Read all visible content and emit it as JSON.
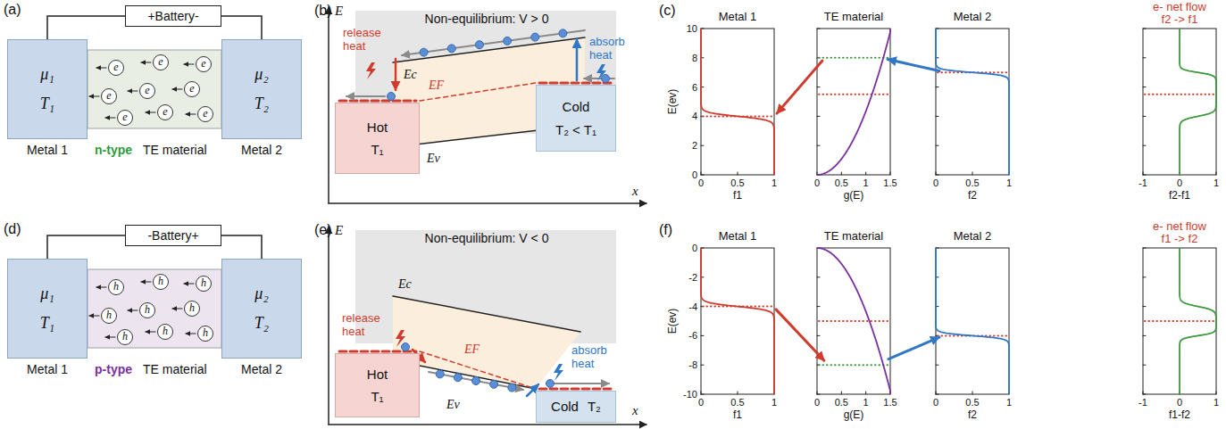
{
  "diagram": {
    "nodes": [
      {
        "text": [
          "+Battery-"
        ]
      },
      {
        "text": [
          "μ₁",
          "T₁"
        ]
      },
      {
        "text": [
          "μ₂",
          "T₂"
        ]
      },
      {
        "text": [
          "e"
        ]
      },
      {
        "text": [
          "e"
        ]
      },
      {
        "text": [
          "e"
        ]
      },
      {
        "text": [
          "e"
        ]
      },
      {
        "text": [
          "e"
        ]
      },
      {
        "text": [
          "e"
        ]
      },
      {
        "text": [
          "e"
        ]
      },
      {
        "text": [
          "e"
        ]
      },
      {
        "text": [
          "e"
        ]
      },
      {
        "text": [
          "Hot",
          "T₁"
        ]
      },
      {
        "text": [
          "Cold",
          "T₂ < T₁"
        ]
      },
      {
        "text": [
          "-Battery+"
        ]
      },
      {
        "text": [
          "μ₁",
          "T₁"
        ]
      },
      {
        "text": [
          "μ₂",
          "T₂"
        ]
      },
      {
        "text": [
          "h"
        ]
      },
      {
        "text": [
          "h"
        ]
      },
      {
        "text": [
          "h"
        ]
      },
      {
        "text": [
          "h"
        ]
      },
      {
        "text": [
          "h"
        ]
      },
      {
        "text": [
          "h"
        ]
      },
      {
        "text": [
          "h"
        ]
      },
      {
        "text": [
          "h"
        ]
      },
      {
        "text": [
          "h"
        ]
      },
      {
        "text": [
          "Hot",
          "T₁"
        ]
      },
      {
        "text": [
          "Cold",
          "T₂"
        ]
      }
    ],
    "edges": [
      {
        "from": 0,
        "to": 1,
        "arrow": "none"
      },
      {
        "from": 0,
        "to": 2,
        "arrow": "none"
      },
      {
        "from": 14,
        "to": 15,
        "arrow": "none"
      },
      {
        "from": 14,
        "to": 16,
        "arrow": "none"
      }
    ],
    "labels": [
      "(a)",
      "Metal 1",
      "n-type",
      "TE material",
      "Metal 2",
      "(b)",
      "E",
      "x",
      "Non-equilibrium: V > 0",
      "release heat",
      "absorb heat",
      "Ec",
      "EF",
      "Ev",
      "(c)",
      "Metal 1",
      "TE material",
      "Metal 2",
      "e- net flow",
      "f2 -> f1",
      "E(ev)",
      "0",
      "2",
      "4",
      "6",
      "8",
      "10",
      "0",
      "0.5",
      "1",
      "0",
      "0.5",
      "1",
      "1.5",
      "0",
      "0.5",
      "1",
      "-1",
      "0",
      "1",
      "f1",
      "g(E)",
      "f2",
      "f2-f1",
      "(d)",
      "Metal 1",
      "p-type",
      "TE material",
      "Metal 2",
      "(e)",
      "E",
      "x",
      "Non-equilibrium: V < 0",
      "release heat",
      "absorb heat",
      "Ec",
      "EF",
      "Ev",
      "(f)",
      "Metal 1",
      "TE material",
      "Metal 2",
      "e- net flow",
      "f1 -> f2",
      "E(ev)",
      "-10",
      "-8",
      "-6",
      "-4",
      "-2",
      "0",
      "0",
      "0.5",
      "1",
      "0",
      "0.5",
      "1",
      "1.5",
      "0",
      "0.5",
      "1",
      "-1",
      "0",
      "1",
      "f1",
      "g(E)",
      "f2",
      "f1-f2"
    ]
  }
}
